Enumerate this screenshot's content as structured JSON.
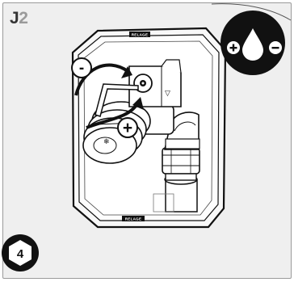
{
  "step": {
    "letter": "J",
    "number": "2"
  },
  "tool_size": "4",
  "indicators": {
    "minus": "-",
    "plus": "+"
  },
  "panel_label": "RELAGE",
  "colors": {
    "ink": "#111111",
    "panel_bg": "#efefef",
    "step_number_gray": "#9a9a9a"
  },
  "icons": [
    "drop-plus-minus-icon",
    "allen-key-icon",
    "hex-key-size-icon"
  ]
}
